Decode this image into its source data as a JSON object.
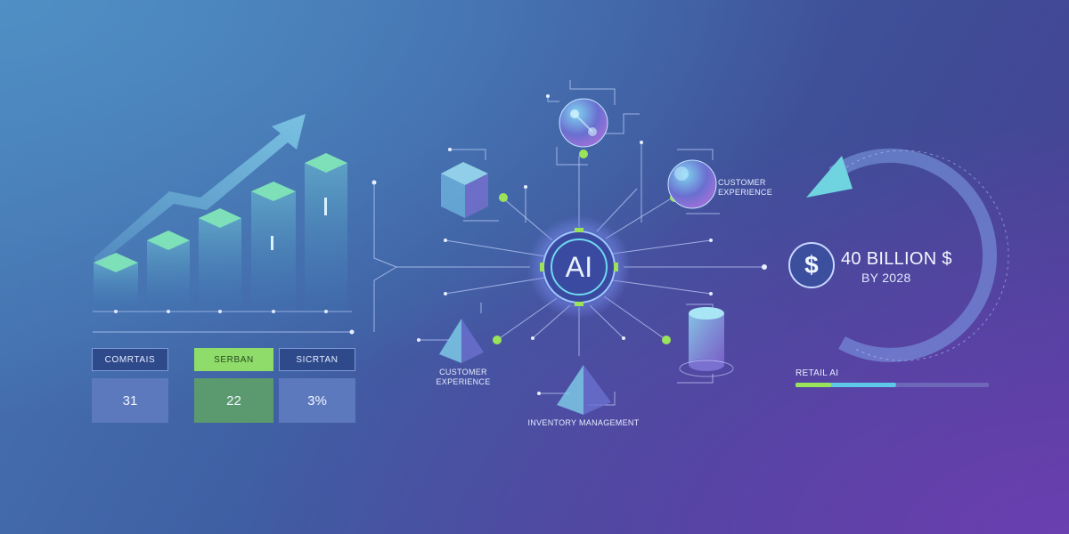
{
  "diagram": {
    "hub_label": "AI",
    "node_labels": {
      "customer_experience_top": [
        "CUSTOMER",
        "EXPERIENCE"
      ],
      "customer_experience_bottom": [
        "CUSTOMER",
        "EXPERIENCE"
      ],
      "inventory_management": "INVENTORY MANAGEMENT"
    }
  },
  "metrics_table": {
    "headers": [
      "COMRTAIS",
      "SERBAN",
      "SICRTAN"
    ],
    "values": [
      "31",
      "22",
      "3%"
    ]
  },
  "forecast": {
    "currency_icon": "dollar-icon",
    "value": "40 BILLION $",
    "year": "BY 2028"
  },
  "retail_ai": {
    "label": "RETAIL AI",
    "progress": 0.52
  },
  "colors": {
    "accent_green": "#9ae35a",
    "accent_cyan": "#5ec8e8",
    "bar_face": "#4a86b8",
    "bar_top": "#7ee0b8"
  }
}
